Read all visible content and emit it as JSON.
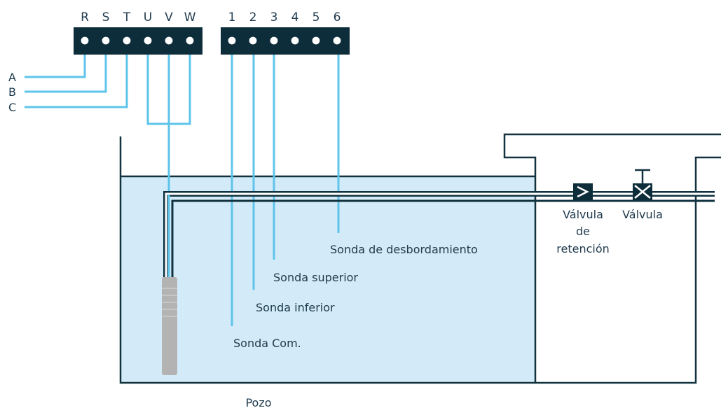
{
  "terminals_power": [
    "R",
    "S",
    "T",
    "U",
    "V",
    "W"
  ],
  "terminals_probe": [
    "1",
    "2",
    "3",
    "4",
    "5",
    "6"
  ],
  "phases": [
    "A",
    "B",
    "C"
  ],
  "probes": {
    "overflow": "Sonda de desbordamiento",
    "upper": "Sonda superior",
    "lower": "Sonda inferior",
    "common": "Sonda Com."
  },
  "check_valve_lines": [
    "Válvula",
    "de",
    "retención"
  ],
  "valve": "Válvula",
  "well": "Pozo",
  "colors": {
    "wire": "#5ec4ea",
    "water": "#d3ebf8",
    "dark": "#0e2d3b",
    "pump": "#b3b3b3"
  },
  "icons": [
    "check-valve-icon",
    "gate-valve-icon",
    "submersible-pump-icon"
  ]
}
